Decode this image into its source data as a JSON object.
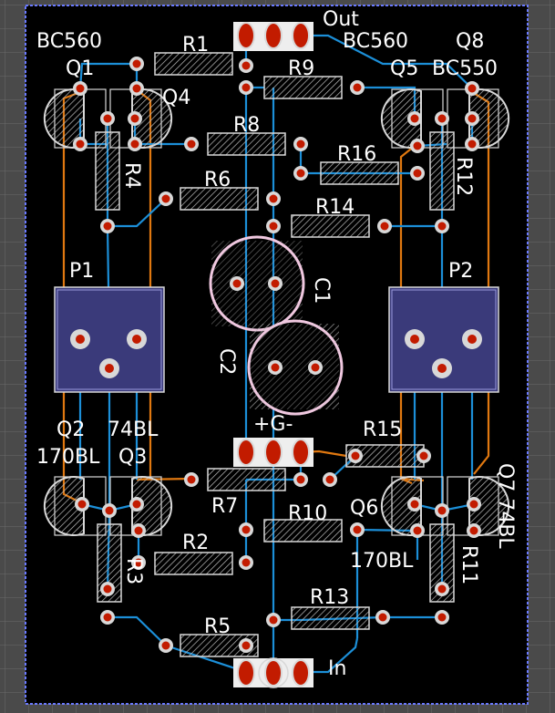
{
  "labels": {
    "out": "Out",
    "bc560_left": "BC560",
    "bc560_right": "BC560",
    "bc550": "BC550",
    "q1": "Q1",
    "q4": "Q4",
    "q5": "Q5",
    "q8": "Q8",
    "q2": "Q2",
    "q3": "Q3",
    "q6": "Q6",
    "q7": "Q7",
    "bl74_left": "74BL",
    "bl74_right": "74BL",
    "bl170_left": "170BL",
    "bl170_right": "170BL",
    "r1": "R1",
    "r2": "R2",
    "r3": "R3",
    "r4": "R4",
    "r5": "R5",
    "r6": "R6",
    "r7": "R7",
    "r8": "R8",
    "r9": "R9",
    "r10": "R10",
    "r11": "R11",
    "r12": "R12",
    "r13": "R13",
    "r14": "R14",
    "r15": "R15",
    "r16": "R16",
    "c1": "C1",
    "c2": "C2",
    "p1": "P1",
    "p2": "P2",
    "supply": "+G-",
    "in": "In"
  },
  "colors": {
    "background": "#4a4a4a",
    "board": "#000000",
    "board_outline": "#6a7aff",
    "grid": "#6b6b6b",
    "pad": "#c21b00",
    "pad_ring": "#d8d8d8",
    "trace_blue": "#1c8fd8",
    "trace_orange": "#e07810",
    "silkscreen": "#ffffff",
    "capacitor_outline": "#f0c8e0",
    "pot_fill": "#3a3a7a"
  }
}
